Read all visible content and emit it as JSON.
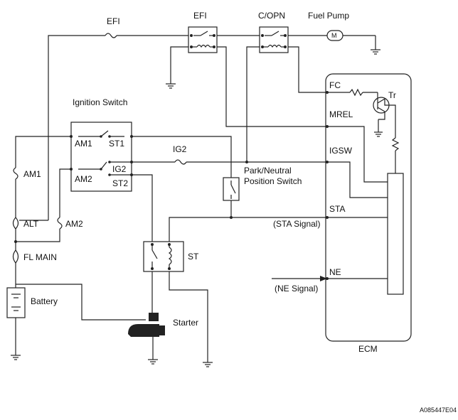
{
  "components": {
    "efi_fuse": "EFI",
    "efi_relay": "EFI",
    "copn_relay": "C/OPN",
    "fuel_pump": "Fuel Pump",
    "ignition_switch": "Ignition Switch",
    "ig2_fuse": "IG2",
    "park_neutral_line1": "Park/Neutral",
    "park_neutral_line2": "Position Switch",
    "am1_fuse": "AM1",
    "alt_fuse": "ALT",
    "am2_fuse": "AM2",
    "fl_main_fuse": "FL MAIN",
    "battery": "Battery",
    "st_relay": "ST",
    "starter": "Starter",
    "ecm": "ECM",
    "transistor": "Tr",
    "motor_symbol": "M"
  },
  "switch_terminals": {
    "am1": "AM1",
    "st1": "ST1",
    "am2": "AM2",
    "ig2": "IG2",
    "st2": "ST2"
  },
  "ecm_terminals": {
    "fc": "FC",
    "mrel": "MREL",
    "igsw": "IGSW",
    "sta": "STA",
    "ne": "NE"
  },
  "signals": {
    "sta_signal": "(STA Signal)",
    "ne_signal": "(NE Signal)"
  },
  "figure_code": "A085447E04"
}
